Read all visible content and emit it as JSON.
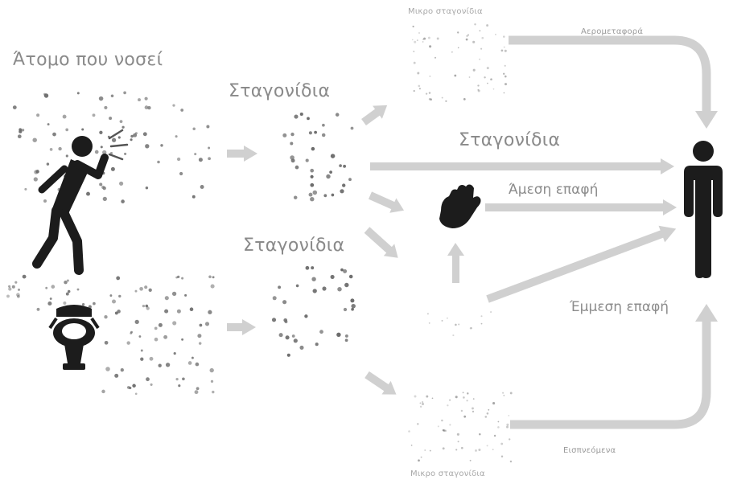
{
  "labels": {
    "sick_person": "Άτομο που νοσεί",
    "droplets_top": "Σταγονίδια",
    "droplets_middle": "Σταγονίδια",
    "droplets_main_route": "Σταγονίδια",
    "micro_droplets_top": "Μικρο σταγονίδια",
    "airborne": "Αερομεταφορά",
    "direct_contact": "Άμεση επαφή",
    "indirect_contact": "Έμμεση επαφή",
    "inhaled": "Εισπνεόμενα",
    "micro_droplets_bottom": "Μικρο σταγονίδια"
  },
  "icons": {
    "sick_person": "coughing-person-icon",
    "toilet": "toilet-icon",
    "hand": "hand-icon",
    "healthy_person": "person-icon"
  },
  "colors": {
    "background": "#ffffff",
    "text": "#8a8a8a",
    "arrow": "#cfcfcf",
    "dots": "#6a6a6a",
    "icon": "#1c1c1c"
  }
}
